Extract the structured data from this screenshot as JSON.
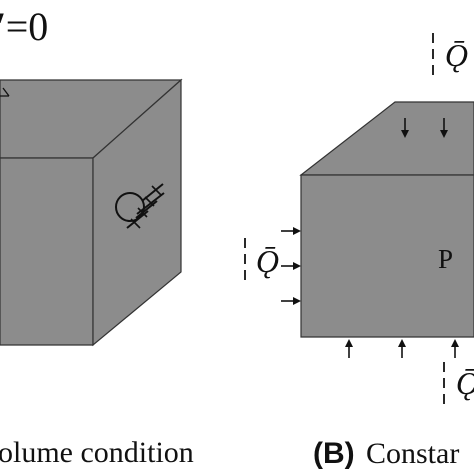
{
  "panel_a": {
    "equation_text": "′=0",
    "caption_text": "olume condition"
  },
  "panel_b": {
    "pressure_label": "P",
    "flux_symbol": "Ǭ",
    "caption_letter": "(B)",
    "caption_text": "Constar"
  },
  "colors": {
    "cube_fill": "#8c8c8c",
    "cube_stroke": "#333333",
    "ink": "#111111"
  }
}
